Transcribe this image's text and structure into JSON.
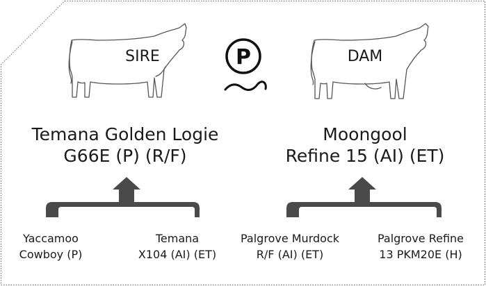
{
  "sire": {
    "label": "SIRE",
    "name_line1": "Temana Golden Logie",
    "name_line2": "G66E (P) (R/F)",
    "parents": [
      {
        "line1": "Yaccamoo",
        "line2": "Cowboy (P)"
      },
      {
        "line1": "Temana",
        "line2": "X104 (AI) (ET)"
      }
    ]
  },
  "dam": {
    "label": "DAM",
    "name_line1": "Moongool",
    "name_line2": "Refine 15 (AI) (ET)",
    "parents": [
      {
        "line1": "Palgrove Murdock",
        "line2": "R/F (AI) (ET)"
      },
      {
        "line1": "Palgrove Refine",
        "line2": "13 PKM20E (H)"
      }
    ]
  },
  "poll_symbol": "P",
  "colors": {
    "bracket": "#4a4a4a",
    "outline": "#555555",
    "border": "#666666"
  }
}
